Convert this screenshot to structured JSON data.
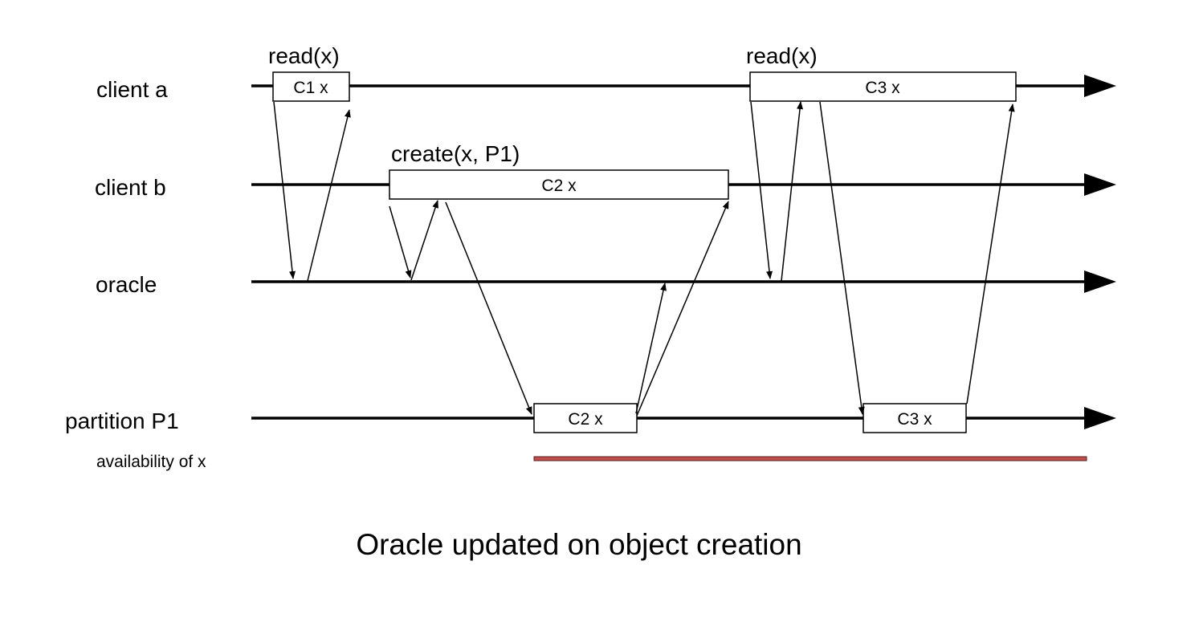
{
  "diagram": {
    "caption": "Oracle updated on object creation",
    "lanes": {
      "client_a": "client a",
      "client_b": "client b",
      "oracle": "oracle",
      "partition_p1": "partition P1"
    },
    "availability_label": "availability of x",
    "operations": {
      "read_1": "read(x)",
      "create": "create(x, P1)",
      "read_2": "read(x)"
    },
    "boxes": {
      "c1": "C1 x",
      "c2_client": "C2 x",
      "c3_client": "C3 x",
      "c2_partition": "C2 x",
      "c3_partition": "C3 x"
    },
    "colors": {
      "line": "#000000",
      "availability_bar": "#c0504d",
      "box_fill": "#ffffff"
    }
  }
}
